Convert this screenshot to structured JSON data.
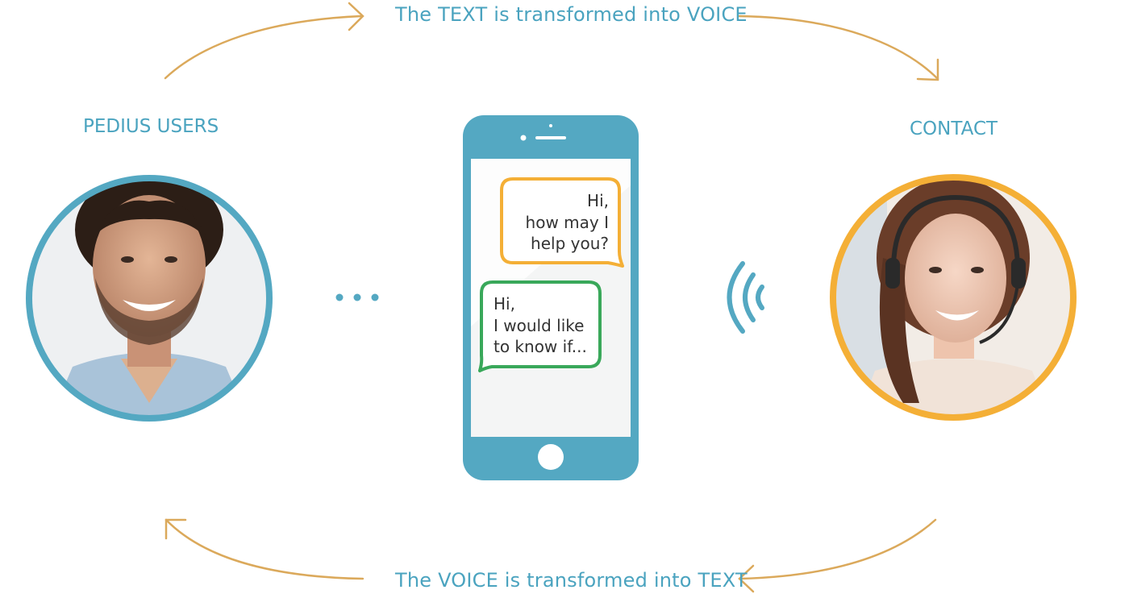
{
  "captions": {
    "top": "The TEXT is transformed into VOICE",
    "bottom": "The VOICE is transformed into TEXT"
  },
  "roles": {
    "left": "PEDIUS USERS",
    "right": "CONTACT"
  },
  "phone": {
    "incoming_bubble": "Hi,\nhow may I\nhelp you?",
    "outgoing_bubble": "Hi,\nI would like\nto know if..."
  },
  "colors": {
    "caption_blue": "#4aa3bf",
    "phone_blue": "#54a8c2",
    "arrow_gold": "#dba95b",
    "contact_orange": "#f4af36",
    "bubble_green": "#39a85a"
  },
  "icons": {
    "typing": "ellipsis-dots-icon",
    "voice": "sound-waves-icon",
    "user_photo": "user-avatar",
    "contact_photo": "contact-avatar"
  }
}
